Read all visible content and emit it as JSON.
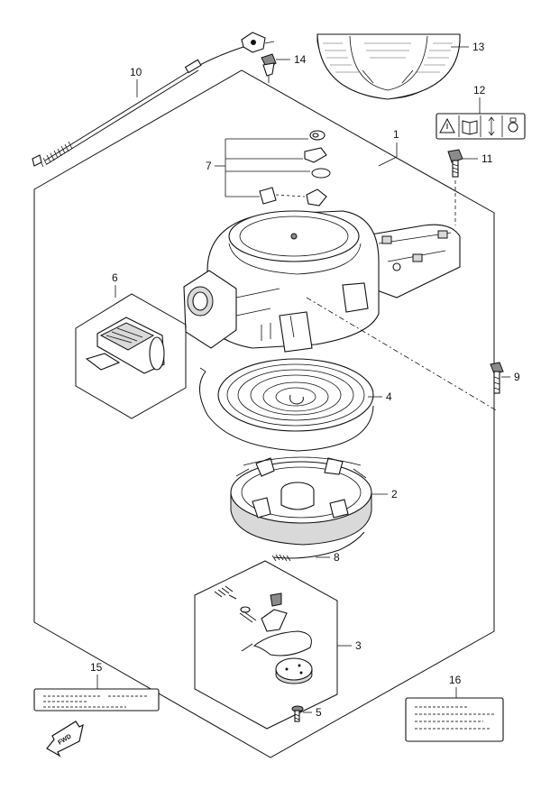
{
  "callouts": {
    "c1": "1",
    "c2": "2",
    "c3": "3",
    "c4": "4",
    "c5": "5",
    "c6": "6",
    "c7": "7",
    "c8": "8",
    "c9": "9",
    "c10": "10",
    "c11": "11",
    "c12": "12",
    "c13": "13",
    "c14": "14",
    "c15": "15",
    "c16": "16"
  },
  "fwd_label": "FWD",
  "warning_icons": [
    "warning-triangle-icon",
    "manual-book-icon",
    "arrow-icon",
    "bulb-icon"
  ]
}
